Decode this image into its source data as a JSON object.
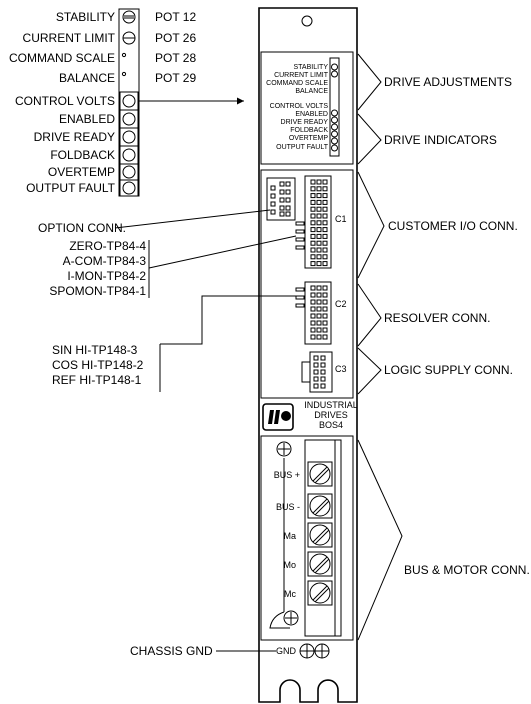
{
  "left_panel": {
    "adjust_labels": [
      "STABILITY",
      "CURRENT LIMIT",
      "COMMAND SCALE",
      "BALANCE"
    ],
    "pot_labels": [
      "POT 12",
      "POT 26",
      "POT 28",
      "POT 29"
    ],
    "indicator_labels": [
      "CONTROL VOLTS",
      "ENABLED",
      "DRIVE READY",
      "FOLDBACK",
      "OVERTEMP",
      "OUTPUT FAULT"
    ]
  },
  "drive_face_labels": [
    "STABILITY",
    "CURRENT LIMIT",
    "COMMAND SCALE",
    "BALANCE",
    "CONTROL VOLTS",
    "ENABLED",
    "DRIVE READY",
    "FOLDBACK",
    "OVERTEMP",
    "OUTPUT FAULT"
  ],
  "callouts_left": {
    "option_conn": "OPTION CONN.",
    "test_points_top": [
      "ZERO-TP84-4",
      "A-COM-TP84-3",
      "I-MON-TP84-2",
      "SPOMON-TP84-1"
    ],
    "test_points_bottom": [
      "SIN HI-TP148-3",
      "COS HI-TP148-2",
      "REF HI-TP148-1"
    ],
    "chassis_gnd": "CHASSIS GND"
  },
  "callouts_right": {
    "drive_adjustments": "DRIVE ADJUSTMENTS",
    "drive_indicators": "DRIVE INDICATORS",
    "customer_io": "CUSTOMER I/O CONN.",
    "resolver": "RESOLVER CONN.",
    "logic_supply": "LOGIC SUPPLY CONN.",
    "bus_motor": "BUS & MOTOR CONN."
  },
  "connectors": [
    "C1",
    "C2",
    "C3"
  ],
  "brand": [
    "INDUSTRIAL",
    "DRIVES",
    "BOS4"
  ],
  "terminals": [
    "BUS +",
    "BUS -",
    "Ma",
    "Mo",
    "Mc"
  ],
  "gnd_label": "GND"
}
